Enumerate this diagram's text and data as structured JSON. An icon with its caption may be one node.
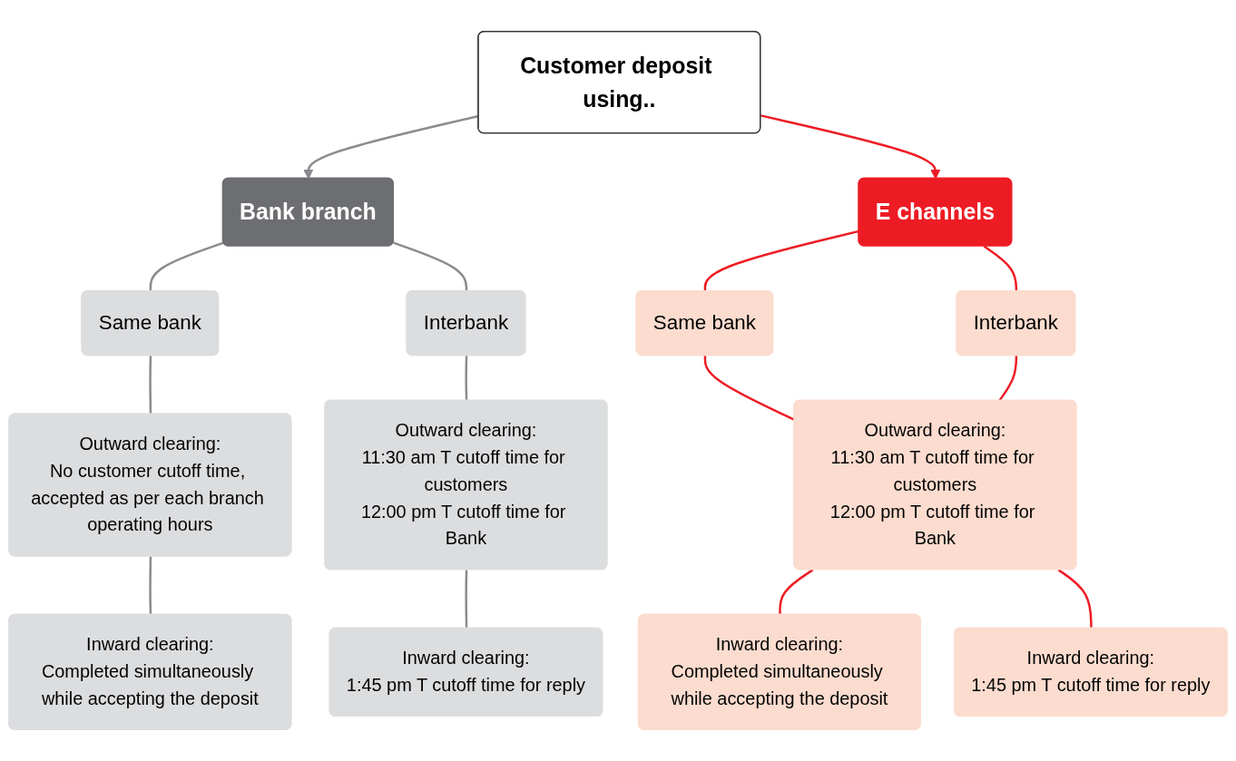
{
  "diagram": {
    "nodes": [
      {
        "text": [
          "Customer deposit using.."
        ]
      },
      {
        "text": [
          "Bank branch"
        ]
      },
      {
        "text": [
          "E channels"
        ]
      },
      {
        "text": [
          "Same bank"
        ]
      },
      {
        "text": [
          "Interbank"
        ]
      },
      {
        "text": [
          "Outward clearing:",
          "No customer cutoff time, accepted as per each branch operating hours"
        ]
      },
      {
        "text": [
          "Outward clearing:",
          "11:30 am T cutoff time for customers",
          "12:00 pm T cutoff time for Bank"
        ]
      },
      {
        "text": [
          "Inward clearing:",
          "Completed simultaneously while accepting the deposit"
        ]
      },
      {
        "text": [
          "Inward clearing:",
          "1:45 pm T cutoff time for reply"
        ]
      },
      {
        "text": [
          "Same bank"
        ]
      },
      {
        "text": [
          "Interbank"
        ]
      },
      {
        "text": [
          "Outward clearing:",
          "11:30 am T cutoff time for customers",
          "12:00 pm T cutoff time for Bank"
        ]
      },
      {
        "text": [
          "Inward clearing:",
          "Completed simultaneously while accepting the deposit"
        ]
      },
      {
        "text": [
          "Inward clearing:",
          "1:45 pm T cutoff time for reply"
        ]
      }
    ],
    "edges": [
      {
        "from": 0,
        "to": 1,
        "arrow": "to"
      },
      {
        "from": 0,
        "to": 2,
        "arrow": "to",
        "color": "#ed1c24"
      },
      {
        "from": 1,
        "to": 3,
        "arrow": "none"
      },
      {
        "from": 1,
        "to": 4,
        "arrow": "none"
      },
      {
        "from": 3,
        "to": 5,
        "arrow": "none"
      },
      {
        "from": 4,
        "to": 6,
        "arrow": "none"
      },
      {
        "from": 5,
        "to": 7,
        "arrow": "none"
      },
      {
        "from": 6,
        "to": 8,
        "arrow": "none"
      },
      {
        "from": 2,
        "to": 9,
        "arrow": "none",
        "color": "#ed1c24"
      },
      {
        "from": 2,
        "to": 10,
        "arrow": "none",
        "color": "#ed1c24"
      },
      {
        "from": 9,
        "to": 11,
        "arrow": "none",
        "color": "#ed1c24"
      },
      {
        "from": 10,
        "to": 11,
        "arrow": "none",
        "color": "#ed1c24"
      },
      {
        "from": 11,
        "to": 12,
        "arrow": "none",
        "color": "#ed1c24"
      },
      {
        "from": 11,
        "to": 13,
        "arrow": "none",
        "color": "#ed1c24"
      }
    ]
  }
}
